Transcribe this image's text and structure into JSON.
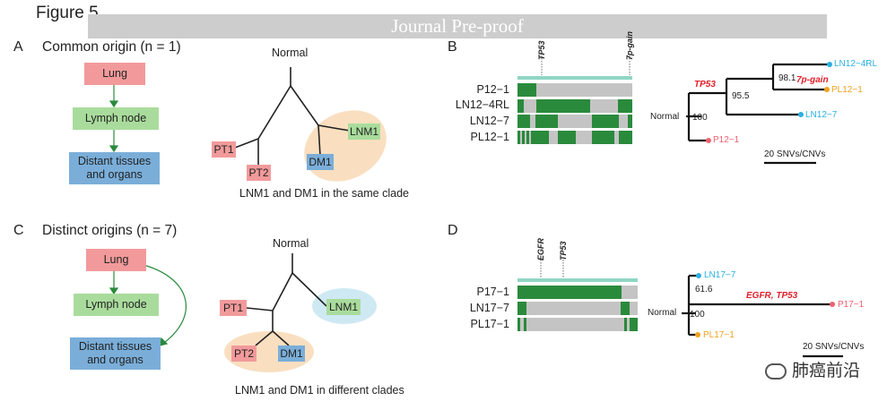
{
  "figure_title": "Figure 5",
  "banner": "Journal Pre-proof",
  "panels": {
    "A": {
      "letter": "A",
      "title": "Common origin (n = 1)",
      "flow": [
        "Lung",
        "Lymph node",
        "Distant tissues and organs"
      ],
      "tree": {
        "root": "Normal",
        "leaves": [
          "PT1",
          "PT2",
          "LNM1",
          "DM1"
        ]
      },
      "caption": "LNM1 and DM1 in the same clade"
    },
    "B": {
      "letter": "B",
      "genes": [
        "TP53",
        "7p-gain"
      ],
      "rows": [
        "P12−1",
        "LN12−4RL",
        "LN12−7",
        "PL12−1"
      ],
      "tree": {
        "root": "Normal",
        "root_support": "100",
        "inner_support": "95.5",
        "top_support": "98.1",
        "leaves": [
          "LN12−4RL",
          "PL12−1",
          "LN12−7",
          "P12−1"
        ],
        "annotations": [
          "TP53",
          "7p-gain"
        ],
        "scale": "20 SNVs/CNVs"
      }
    },
    "C": {
      "letter": "C",
      "title": "Distinct origins (n = 7)",
      "flow": [
        "Lung",
        "Lymph node",
        "Distant tissues and organs"
      ],
      "tree": {
        "root": "Normal",
        "leaves": [
          "PT1",
          "PT2",
          "DM1",
          "LNM1"
        ]
      },
      "caption": "LNM1 and DM1 in different clades"
    },
    "D": {
      "letter": "D",
      "genes": [
        "EGFR",
        "TP53"
      ],
      "rows": [
        "P17−1",
        "LN17−7",
        "PL17−1"
      ],
      "tree": {
        "root": "Normal",
        "root_support": "100",
        "inner_support": "61.6",
        "leaves": [
          "LN17−7",
          "P17−1",
          "PL17−1"
        ],
        "annotation": "EGFR, TP53",
        "scale": "20 SNVs/CNVs"
      }
    }
  },
  "watermark": "肺癌前沿",
  "colors": {
    "mutation_present": "#2a8a3c",
    "mutation_absent": "#c4c4c4",
    "header_bar": "#8fd6c4",
    "lung": "#f29a9b",
    "lymph": "#a9dc9c",
    "distant": "#7aaed9",
    "clade_same": "#f9dfc0",
    "clade_lnm": "#cfe9f3",
    "annotation_red": "#e0202a",
    "leaf_blue": "#2ab0e0",
    "leaf_orange": "#f0a020",
    "leaf_red": "#f06070"
  }
}
